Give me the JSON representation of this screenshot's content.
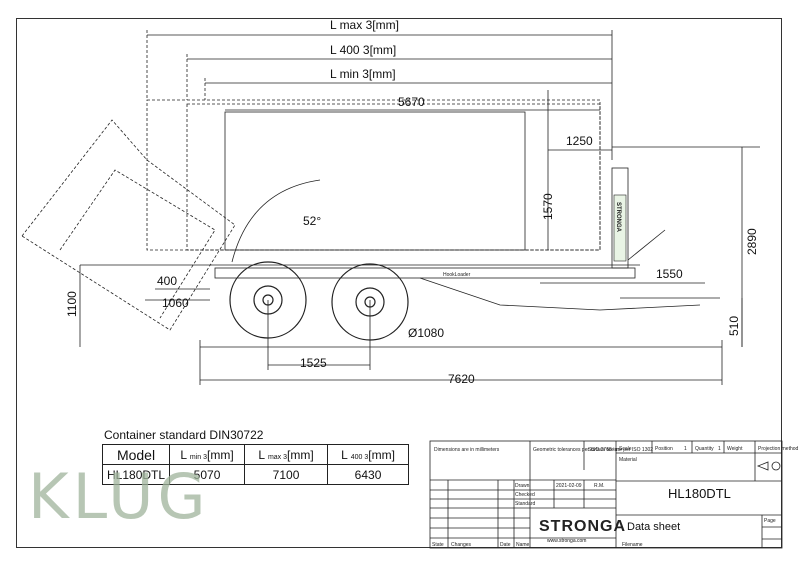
{
  "diagram": {
    "dimensions": {
      "l_max": "L max 3[mm]",
      "l_400": "L 400 3[mm]",
      "l_min": "L min 3[mm]",
      "d5670": "5670",
      "d1250": "1250",
      "d1570": "1570",
      "d2890": "2890",
      "d1550": "1550",
      "d400": "400",
      "d1060": "1060",
      "d1100": "1100",
      "d510": "510",
      "d1525": "1525",
      "d7620": "7620",
      "wheel": "Ø1080",
      "angle": "52°"
    },
    "brand_vertical": "STRONGA",
    "plate_text": "HookLoader"
  },
  "spec_table": {
    "caption": "Container standard DIN30722",
    "headers": {
      "model": "Model",
      "l_min": "L",
      "l_min_sub": "min 3",
      "l_min_unit": "[mm]",
      "l_max": "L",
      "l_max_sub": "max 3",
      "l_max_unit": "[mm]",
      "l_400": "L",
      "l_400_sub": "400 3",
      "l_400_unit": "[mm]"
    },
    "rows": [
      {
        "model": "HL180DTL",
        "l_min": "5070",
        "l_max": "7100",
        "l_400": "6430"
      }
    ]
  },
  "watermark": "KLUG",
  "title_block": {
    "dims_note": "Dimensions are in millimeters",
    "geom_tol": "Geometric tolerances per ISO 2768 - m",
    "surface": "Surface texture per ISO 1302",
    "scale": "Scale",
    "position": "Position",
    "quantity": "Quantity",
    "weight": "Weight",
    "projection": "Projection method",
    "material": "Material",
    "drawn": "Drawn",
    "drawn_date": "2021-02-09",
    "drawn_by": "R.M.",
    "checked": "Checked",
    "standard": "Standard",
    "state": "State",
    "changes": "Changes",
    "date": "Date",
    "name": "Name",
    "filename": "Filename",
    "page": "Page",
    "model": "HL180DTL",
    "sheet": "Data sheet",
    "logo": "STRONGA",
    "url": "www.stronga.com",
    "position_val": "1",
    "quantity_val": "1"
  }
}
